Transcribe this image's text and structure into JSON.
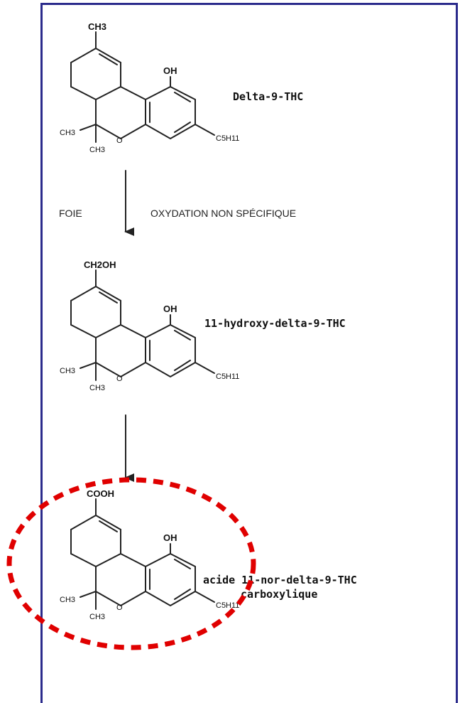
{
  "compounds": [
    {
      "id": "thc",
      "top_group": "CH3",
      "ring_oh": "OH",
      "side_chain": "C5H11",
      "gem_methyl_left": "CH3",
      "gem_methyl_bottom": "CH3",
      "oxygen": "O",
      "name": "Delta-9-THC",
      "name_line2": ""
    },
    {
      "id": "oh-thc",
      "top_group": "CH2OH",
      "ring_oh": "OH",
      "side_chain": "C5H11",
      "gem_methyl_left": "CH3",
      "gem_methyl_bottom": "CH3",
      "oxygen": "O",
      "name": "11-hydroxy-delta-9-THC",
      "name_line2": ""
    },
    {
      "id": "cooh-thc",
      "top_group": "COOH",
      "ring_oh": "OH",
      "side_chain": "C5H11",
      "gem_methyl_left": "CH3",
      "gem_methyl_bottom": "CH3",
      "oxygen": "O",
      "name": "acide 11-nor-delta-9-THC",
      "name_line2": "carboxylique"
    }
  ],
  "steps": {
    "organ": "FOIE",
    "reaction": "OXYDATION NON SPÉCIFIQUE"
  },
  "highlight_color": "#e00000",
  "frame_color": "#2b2b8c"
}
